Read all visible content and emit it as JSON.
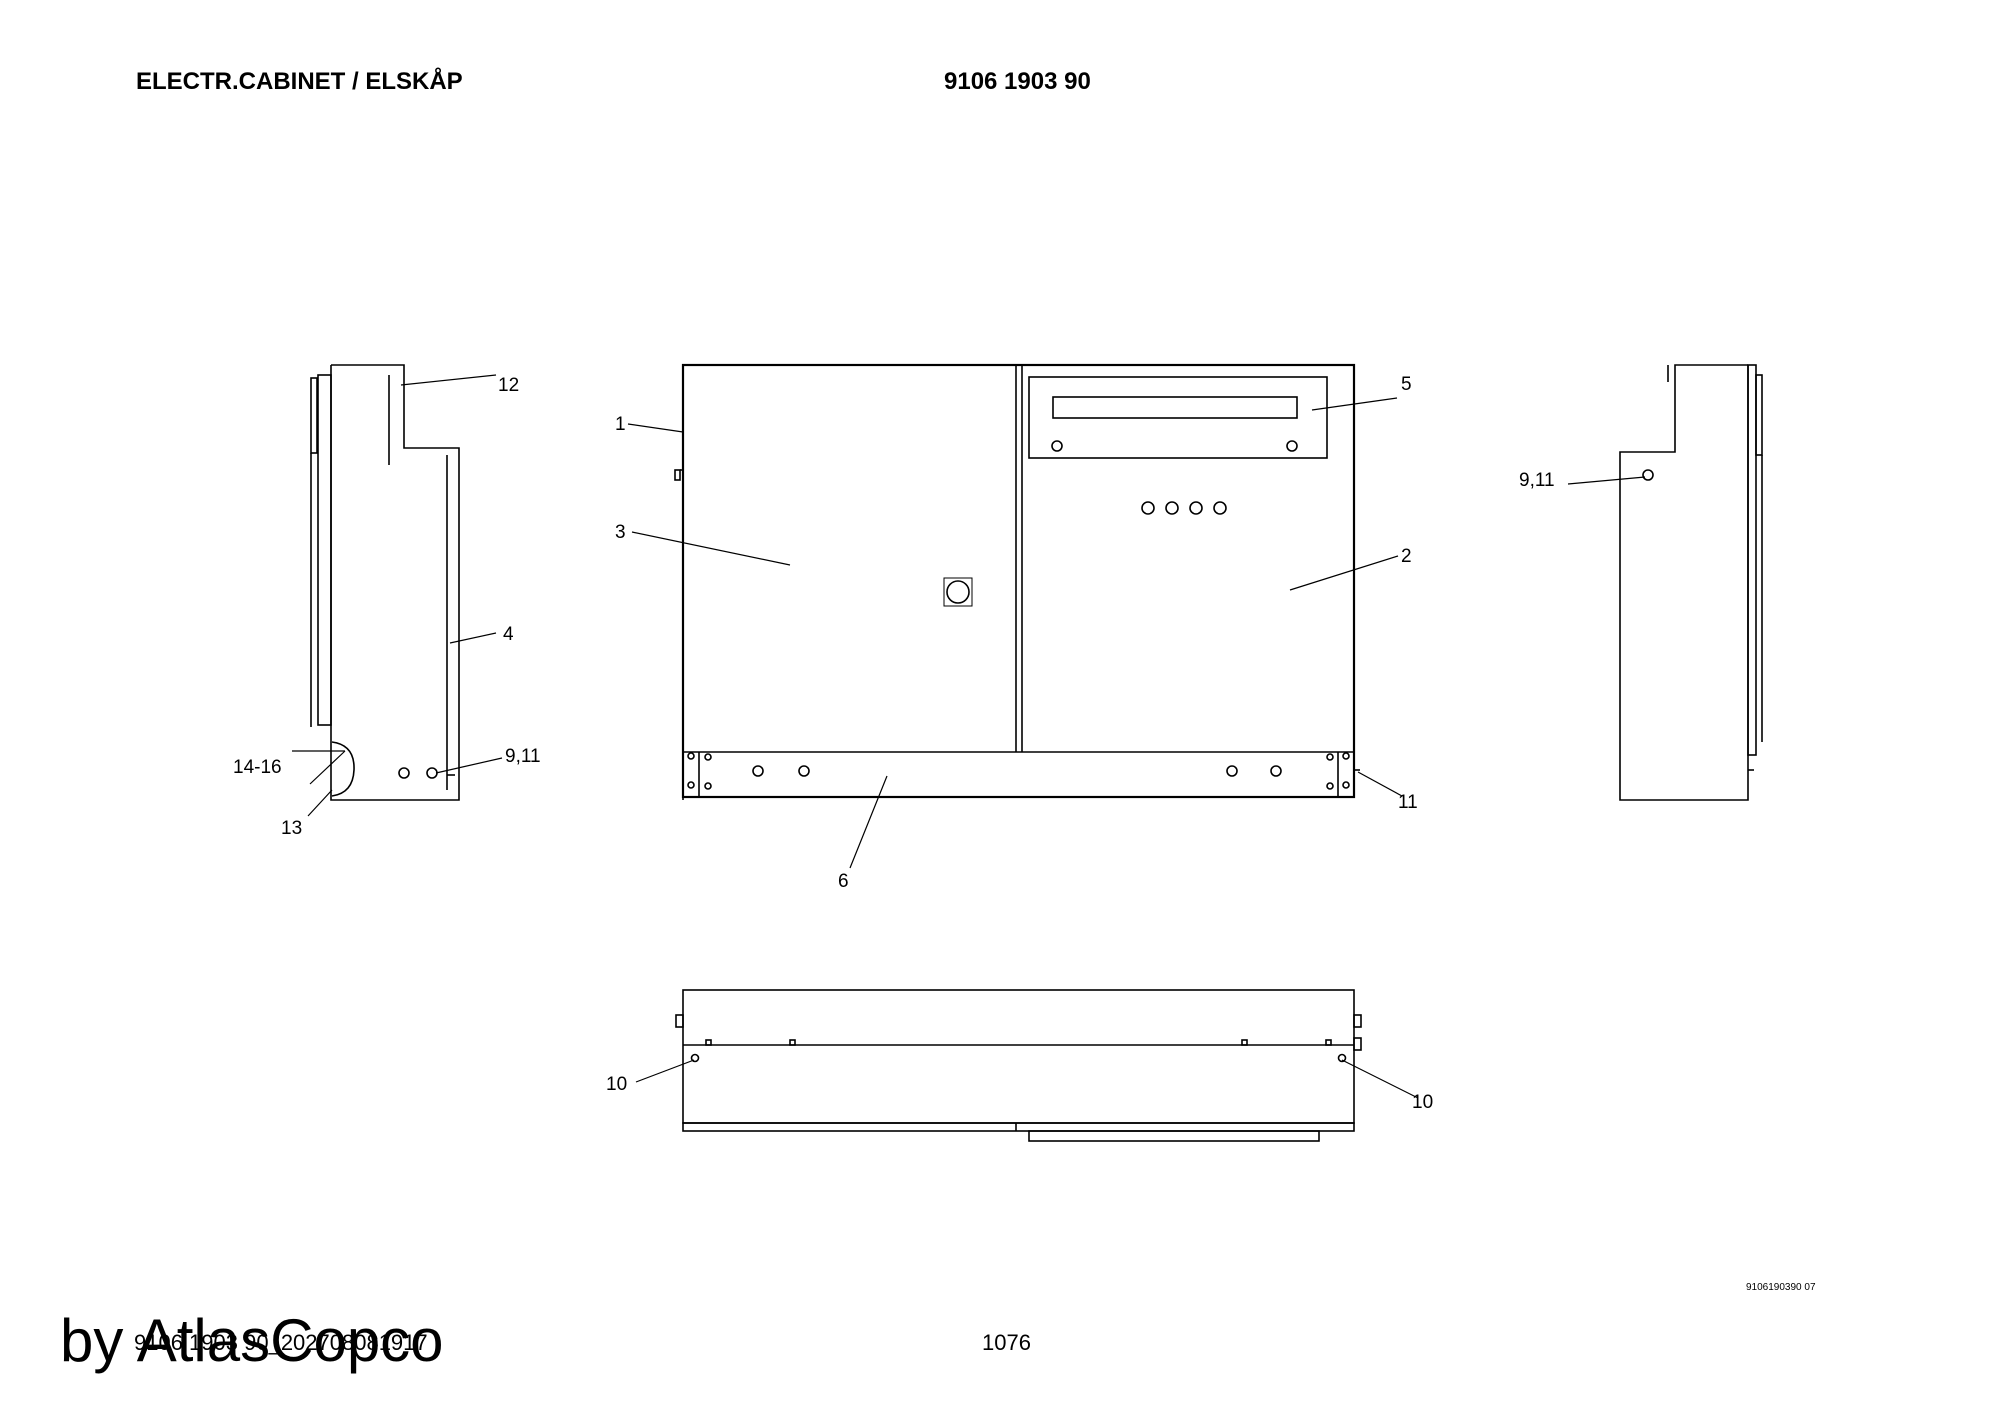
{
  "header": {
    "title": "ELECTR.CABINET / ELSKÅP",
    "part_number": "9106 1903 90"
  },
  "callouts": {
    "c1": "1",
    "c2": "2",
    "c3": "3",
    "c4": "4",
    "c5": "5",
    "c6": "6",
    "c9_11_left": "9,11",
    "c9_11_right": "9,11",
    "c10_left": "10",
    "c10_right": "10",
    "c11": "11",
    "c12": "12",
    "c13": "13",
    "c14_16": "14-16"
  },
  "drawing_ref": "9106190390 07",
  "footer": {
    "doc_id": "9106 1903 90_202708081917",
    "page_number": "1076"
  },
  "watermark": "by AtlasCopco"
}
